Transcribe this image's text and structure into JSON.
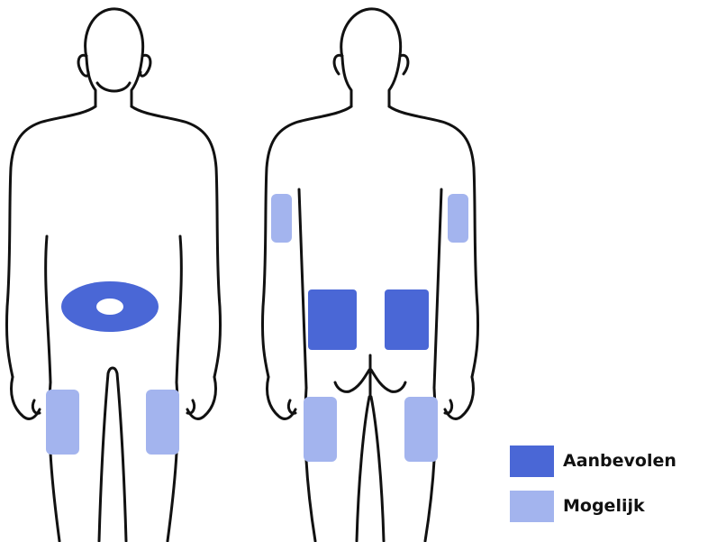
{
  "colors": {
    "recommended": "#4a67d6",
    "possible": "#a3b4ee",
    "outline": "#111111",
    "background": "#ffffff"
  },
  "figures": [
    {
      "view": "front",
      "zones": [
        {
          "zone": "abdomen-around-navel",
          "level": "recommended"
        },
        {
          "zone": "right-thigh",
          "level": "possible"
        },
        {
          "zone": "left-thigh",
          "level": "possible"
        }
      ]
    },
    {
      "view": "back",
      "zones": [
        {
          "zone": "left-upper-arm",
          "level": "possible"
        },
        {
          "zone": "right-upper-arm",
          "level": "possible"
        },
        {
          "zone": "left-upper-buttock",
          "level": "recommended"
        },
        {
          "zone": "right-upper-buttock",
          "level": "recommended"
        },
        {
          "zone": "left-thigh",
          "level": "possible"
        },
        {
          "zone": "right-thigh",
          "level": "possible"
        }
      ]
    }
  ],
  "legend": {
    "items": [
      {
        "label": "Aanbevolen",
        "level": "recommended"
      },
      {
        "label": "Mogelijk",
        "level": "possible"
      }
    ]
  }
}
